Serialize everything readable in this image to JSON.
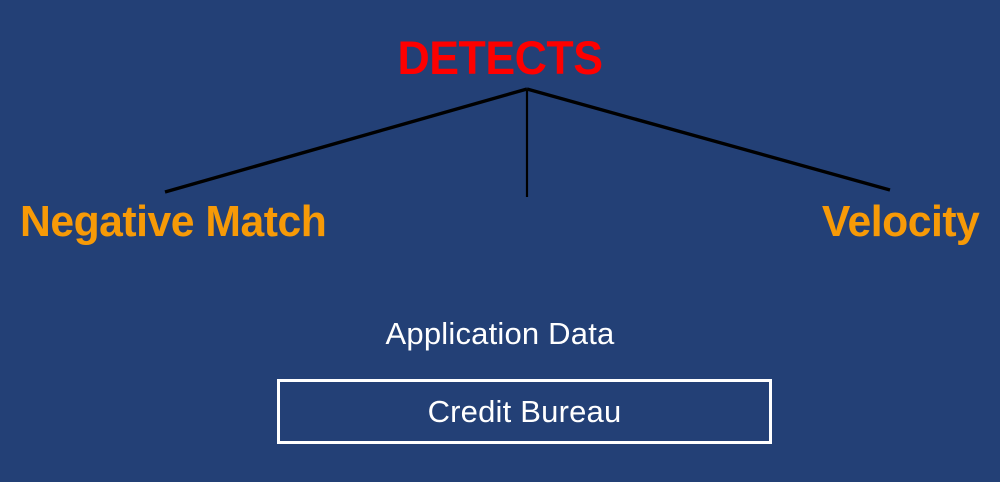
{
  "diagram": {
    "background_color": "#234076",
    "root": {
      "label": "DETECTS",
      "color": "#fe0000"
    },
    "branches": [
      {
        "label": "Negative Match",
        "color": "#f79a07",
        "position": "left"
      },
      {
        "label": "Velocity",
        "color": "#f79a07",
        "position": "right"
      }
    ],
    "middle_branch": {
      "label": "Application Data",
      "color": "#ffffff"
    },
    "source_box": {
      "label": "Credit Bureau",
      "color": "#ffffff",
      "border_color": "#ffffff"
    },
    "connector_color": "#000000"
  }
}
